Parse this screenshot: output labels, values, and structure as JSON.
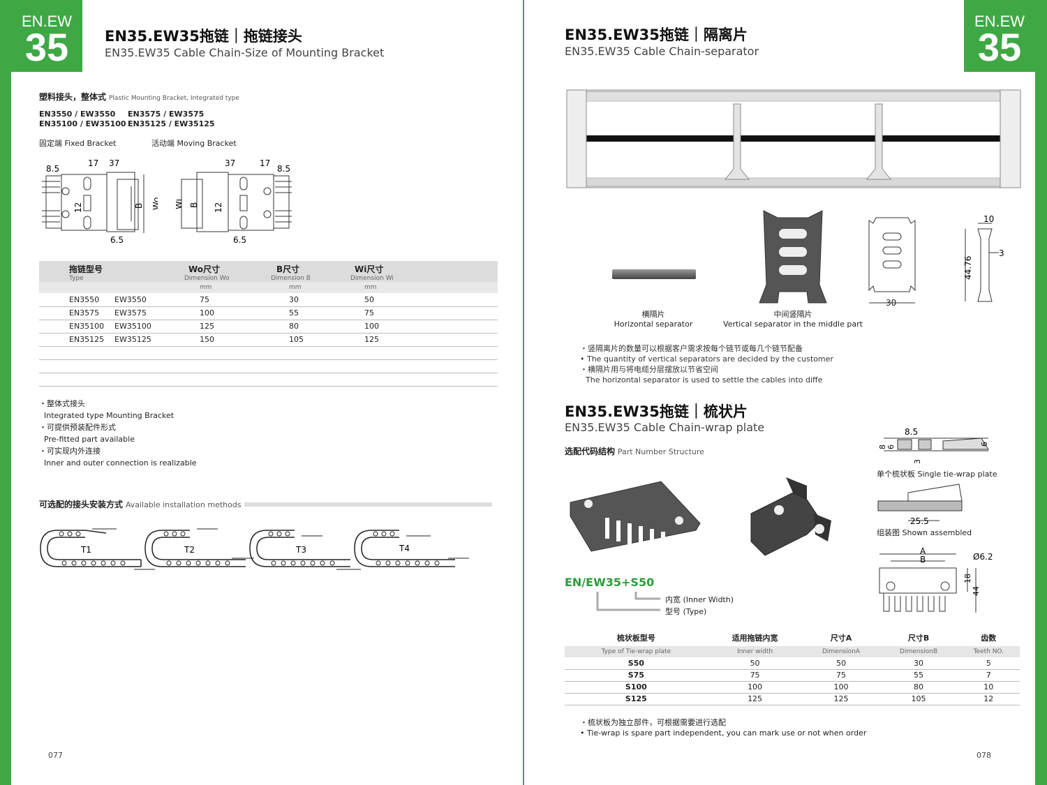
{
  "left": {
    "badge": {
      "top": "EN.EW",
      "num": "35"
    },
    "title_cn": "EN35.EW35拖链｜拖链接头",
    "title_en": "EN35.EW35 Cable Chain-Size of Mounting Bracket",
    "section1_cn": "塑料接头，整体式",
    "section1_en": "Plastic Mounting Bracket, Integrated type",
    "models_line1_a": "EN3550 / EW3550",
    "models_line1_b": "EN3575 / EW3575",
    "models_line2_a": "EN35100 / EW35100",
    "models_line2_b": "EN35125 / EW35125",
    "fixed": "固定端  Fixed Bracket",
    "moving": "活动端  Moving Bracket",
    "dims": {
      "d85": "8.5",
      "d17": "17",
      "d37": "37",
      "d12": "12",
      "dB": "B",
      "dWo": "Wo",
      "dWi": "Wi",
      "d65": "6.5"
    },
    "table": {
      "h_type_cn": "拖链型号",
      "h_type_en": "Type",
      "h_wo_cn": "Wo尺寸",
      "h_wo_en": "Dimension Wo",
      "h_b_cn": "B尺寸",
      "h_b_en": "Dimension B",
      "h_wi_cn": "Wi尺寸",
      "h_wi_en": "Dimension Wi",
      "unit": "mm",
      "rows": [
        [
          "EN3550",
          "EW3550",
          "75",
          "30",
          "50"
        ],
        [
          "EN3575",
          "EW3575",
          "100",
          "55",
          "75"
        ],
        [
          "EN35100",
          "EW35100",
          "125",
          "80",
          "100"
        ],
        [
          "EN35125",
          "EW35125",
          "150",
          "105",
          "125"
        ]
      ]
    },
    "notes": [
      "・整体式接头",
      "Integrated type Mounting Bracket",
      "・可提供预装配件形式",
      "Pre-fitted part available",
      "・可实现内外连接",
      "Inner and outer connection is realizable"
    ],
    "install_cn": "可选配的接头安装方式",
    "install_en": "Available installation methods",
    "install_types": [
      "T1",
      "T2",
      "T3",
      "T4"
    ],
    "page_no": "077"
  },
  "right": {
    "badge": {
      "top": "EN.EW",
      "num": "35"
    },
    "title_cn": "EN35.EW35拖链｜隔离片",
    "title_en": "EN35.EW35 Cable Chain-separator",
    "cap_h_cn": "横隔片",
    "cap_h_en": "Horizontal separator",
    "cap_v_cn": "中间竖隔片",
    "cap_v_en": "Vertical separator in the middle part",
    "sep_dims": {
      "d10": "10",
      "d3": "3",
      "d4476": "44.76",
      "d30": "30"
    },
    "sep_notes": [
      "・竖隔离片的数量可以根据客户需求按每个链节或每几个链节配备",
      "• The quantity of vertical separators are decided by the customer",
      "・横隔片用与将电缆分层摆放以节省空间",
      "The horizontal separator is used to settle the cables into diffe"
    ],
    "title2_cn": "EN35.EW35拖链｜梳状片",
    "title2_en": "EN35.EW35 Cable Chain-wrap plate",
    "pn_cn": "选配代码结构",
    "pn_en": "Part Number Structure",
    "code": "EN/EW35+S50",
    "code_inner": "内宽 (Inner Width)",
    "code_type": "型号 (Type)",
    "single_cap": "单个梳状板 Single tie-wrap plate",
    "assembled_cap": "组装图 Shown assembled",
    "comb_dims": {
      "d85": "8.5",
      "d8": "8",
      "d6": "6",
      "d6b": "6",
      "d3": "3",
      "d255": "25.5",
      "dA": "A",
      "dB": "B",
      "d62": "Ø6.2",
      "d18": "18",
      "d44": "44"
    },
    "table": {
      "h": [
        "梳状板型号",
        "适用拖链内宽",
        "尺寸A",
        "尺寸B",
        "齿数"
      ],
      "u": [
        "Type of Tie-wrap plate",
        "Inner width",
        "DimensionA",
        "DimensionB",
        "Teeth NO."
      ],
      "rows": [
        [
          "S50",
          "50",
          "50",
          "30",
          "5"
        ],
        [
          "S75",
          "75",
          "75",
          "55",
          "7"
        ],
        [
          "S100",
          "100",
          "100",
          "80",
          "10"
        ],
        [
          "S125",
          "125",
          "125",
          "105",
          "12"
        ]
      ]
    },
    "foot_notes": [
      "・梳状板为独立部件，可根据需要进行选配",
      "• Tie-wrap is spare part independent, you can mark use or not when order"
    ],
    "page_no": "078"
  }
}
